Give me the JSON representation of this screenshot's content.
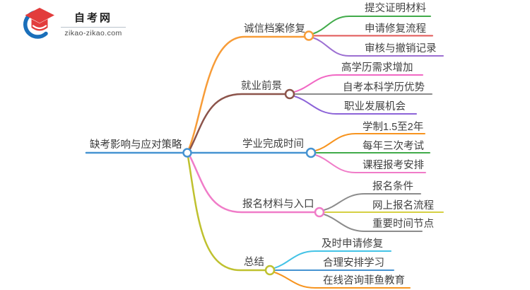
{
  "logo": {
    "title": "自考网",
    "domain": "zikao-zikao.com",
    "icon": "graduation-cap-icon"
  },
  "map": {
    "central": {
      "label": "缺考影响与应对策略",
      "color": "#4693d1"
    },
    "branches": [
      {
        "label": "诚信档案修复",
        "color": "#f79c38",
        "children": [
          {
            "label": "提交证明材料",
            "color": "#41ab4a"
          },
          {
            "label": "申请修复流程",
            "color": "#e15654"
          },
          {
            "label": "审核与撤销记录",
            "color": "#9c6fd2"
          }
        ]
      },
      {
        "label": "就业前景",
        "color": "#8c544b",
        "children": [
          {
            "label": "高学历需求增加",
            "color": "#f168c4"
          },
          {
            "label": "自考本科学历优势",
            "color": "#8c8c8c"
          },
          {
            "label": "职业发展机会",
            "color": "#8c63d8"
          }
        ]
      },
      {
        "label": "学业完成时间",
        "color": "#4693d1",
        "children": [
          {
            "label": "学制1.5至2年",
            "color": "#f7941f"
          },
          {
            "label": "每年三次考试",
            "color": "#41ab4a"
          },
          {
            "label": "课程报考安排",
            "color": "#f07cc8"
          }
        ]
      },
      {
        "label": "报名材料与入口",
        "color": "#f07cc8",
        "children": [
          {
            "label": "报名条件",
            "color": "#8c8c8c"
          },
          {
            "label": "网上报名流程",
            "color": "#d6d044"
          },
          {
            "label": "重要时间节点",
            "color": "#8c8c8c"
          }
        ]
      },
      {
        "label": "总结",
        "color": "#bfc12f",
        "children": [
          {
            "label": "及时申请修复",
            "color": "#44c3e6"
          },
          {
            "label": "合理安排学习",
            "color": "#4693d1"
          },
          {
            "label": "在线咨询菲鱼教育",
            "color": "#f7941f"
          }
        ]
      }
    ]
  }
}
